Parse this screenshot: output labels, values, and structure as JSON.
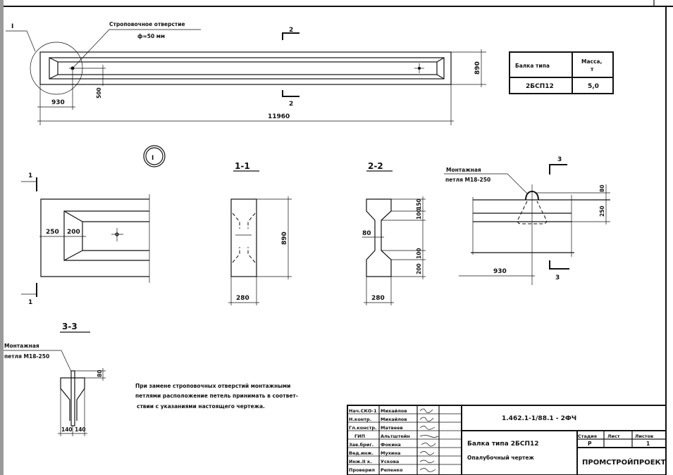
{
  "plan": {
    "detail_marker": "I",
    "hole_label": "Строповочное отверстие",
    "hole_diameter": "ф=50 мм",
    "section_mark": "2",
    "dim_930": "930",
    "dim_500": "500",
    "dim_11960": "11960",
    "dim_890": "890"
  },
  "spec_table": {
    "headers": [
      "Балка типа",
      "Масса,",
      "т"
    ],
    "row": [
      "2БСП12",
      "5,0"
    ]
  },
  "detail_I": {
    "marker": "I",
    "section_mark": "1",
    "dim_250": "250",
    "dim_200": "200"
  },
  "section_1_1": {
    "title": "1-1",
    "dim_height": "890",
    "dim_width": "280"
  },
  "section_2_2": {
    "title": "2-2",
    "dims": [
      "150",
      "100",
      "80",
      "100",
      "200"
    ],
    "dim_width": "280"
  },
  "elevation": {
    "loop_label_1": "Монтажная",
    "loop_label_2": "петля М18-250",
    "section_mark": "3",
    "dim_80": "80",
    "dim_250": "250",
    "dim_930": "930"
  },
  "section_3_3": {
    "title": "3-3",
    "loop_label_1": "Монтажная",
    "loop_label_2": "петля М18-250",
    "dim_top": "80",
    "dim_left": "140",
    "dim_right": "140"
  },
  "note": [
    "При замене строповочных отверстий монтажными",
    "петлями расположение петель принимать в соответ-",
    "ствии с указаниями настоящего чертежа."
  ],
  "title_block": {
    "roles": [
      "Нач.СКО-1",
      "Н.контр.",
      "Гл.констр.",
      "ГИП",
      "Зав.бриг.",
      "Вед.инж.",
      "Инж.II к.",
      "Проверил"
    ],
    "names": [
      "Михайлов",
      "Михайлов",
      "Матвеев",
      "Альтштейн",
      "Фокина",
      "Мухина",
      "Ускова",
      "Репенко"
    ],
    "code": "1.462.1-1/88.1 - 2ФЧ",
    "name_1": "Балка типа 2БСП12",
    "name_2": "Опалубочный чертеж",
    "stage_label": "Стадия",
    "sheet_label": "Лист",
    "sheets_label": "Листов",
    "stage": "Р",
    "sheets": "1",
    "org": "ПРОМСТРОЙПРОЕКТ"
  }
}
